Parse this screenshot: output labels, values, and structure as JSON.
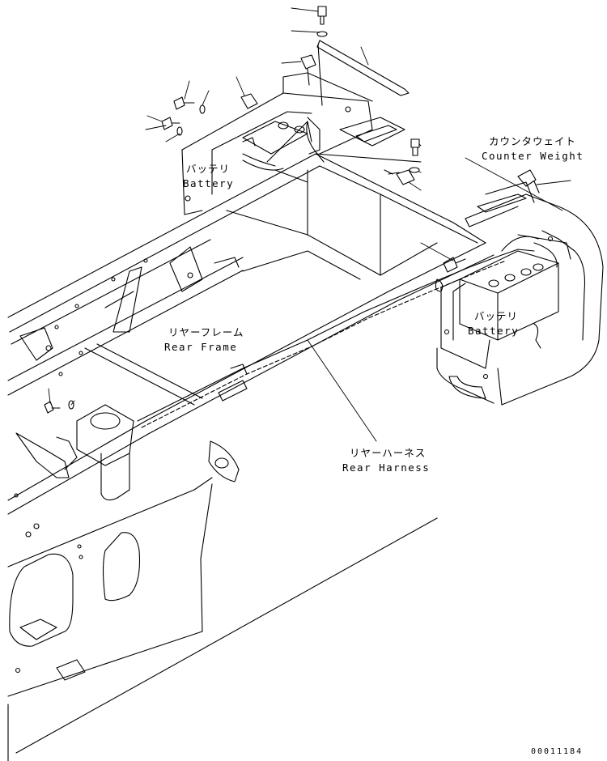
{
  "labels": {
    "counter_weight": {
      "ja": "カウンタウェイト",
      "en": "Counter Weight"
    },
    "battery_left": {
      "ja": "バッテリ",
      "en": "Battery"
    },
    "battery_right": {
      "ja": "バッテリ",
      "en": "Battery"
    },
    "rear_frame": {
      "ja": "リヤーフレーム",
      "en": "Rear Frame"
    },
    "rear_harness": {
      "ja": "リヤーハーネス",
      "en": "Rear Harness"
    }
  },
  "drawing_number": "00011184"
}
